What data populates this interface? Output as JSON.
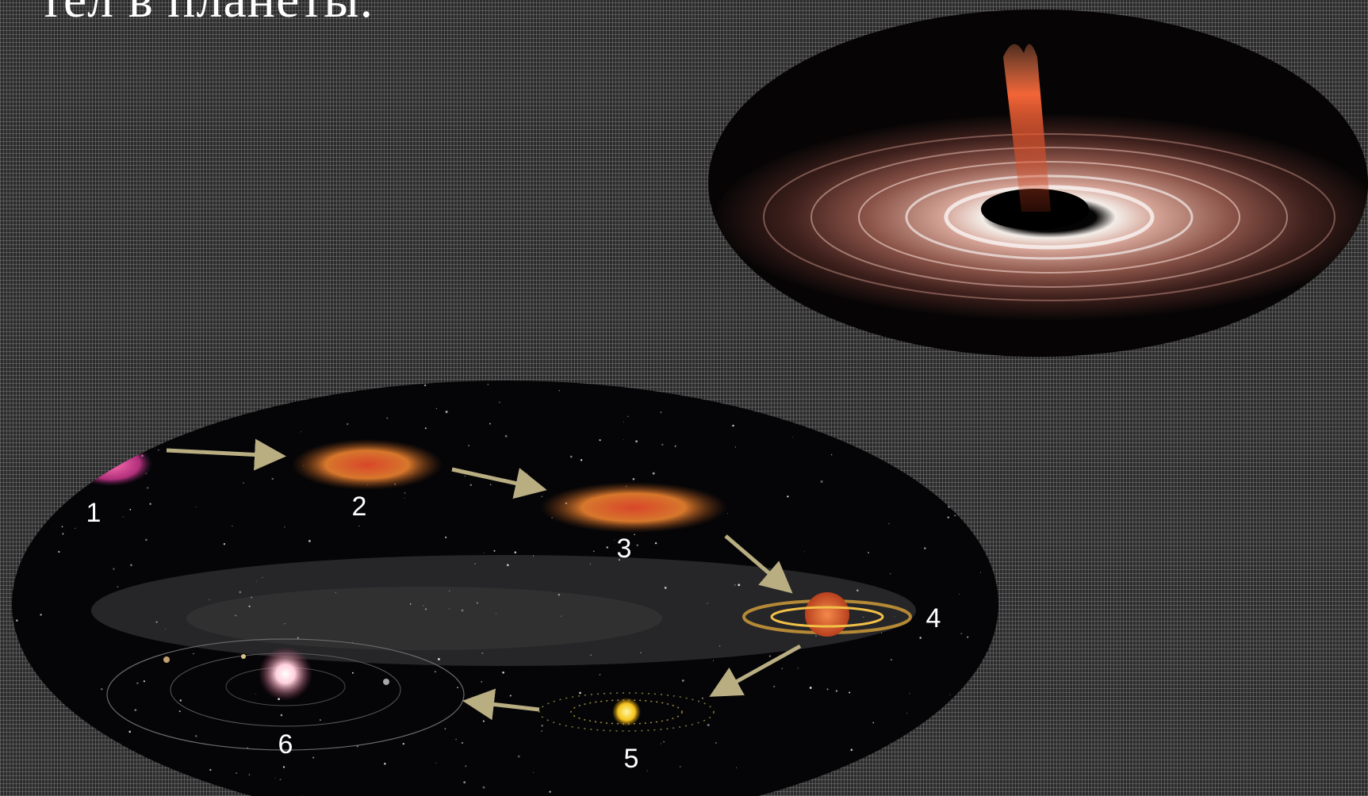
{
  "slide": {
    "title": "тел в планеты."
  },
  "images": {
    "accretion_disk": {
      "icon": "accretion-disk-with-jet-illustration"
    },
    "formation_stages": {
      "icon": "planet-formation-stages-illustration",
      "stages": [
        {
          "label": "1",
          "icon": "nebula-cloud-icon"
        },
        {
          "label": "2",
          "icon": "protoplanetary-disk-icon"
        },
        {
          "label": "3",
          "icon": "dusty-disk-icon"
        },
        {
          "label": "4",
          "icon": "ringed-protostar-icon"
        },
        {
          "label": "5",
          "icon": "young-star-with-debris-icon"
        },
        {
          "label": "6",
          "icon": "solar-system-icon"
        }
      ]
    }
  },
  "colors": {
    "background": "#2b2b2b",
    "arrow": "#b9ad82",
    "label": "#ffffff"
  }
}
